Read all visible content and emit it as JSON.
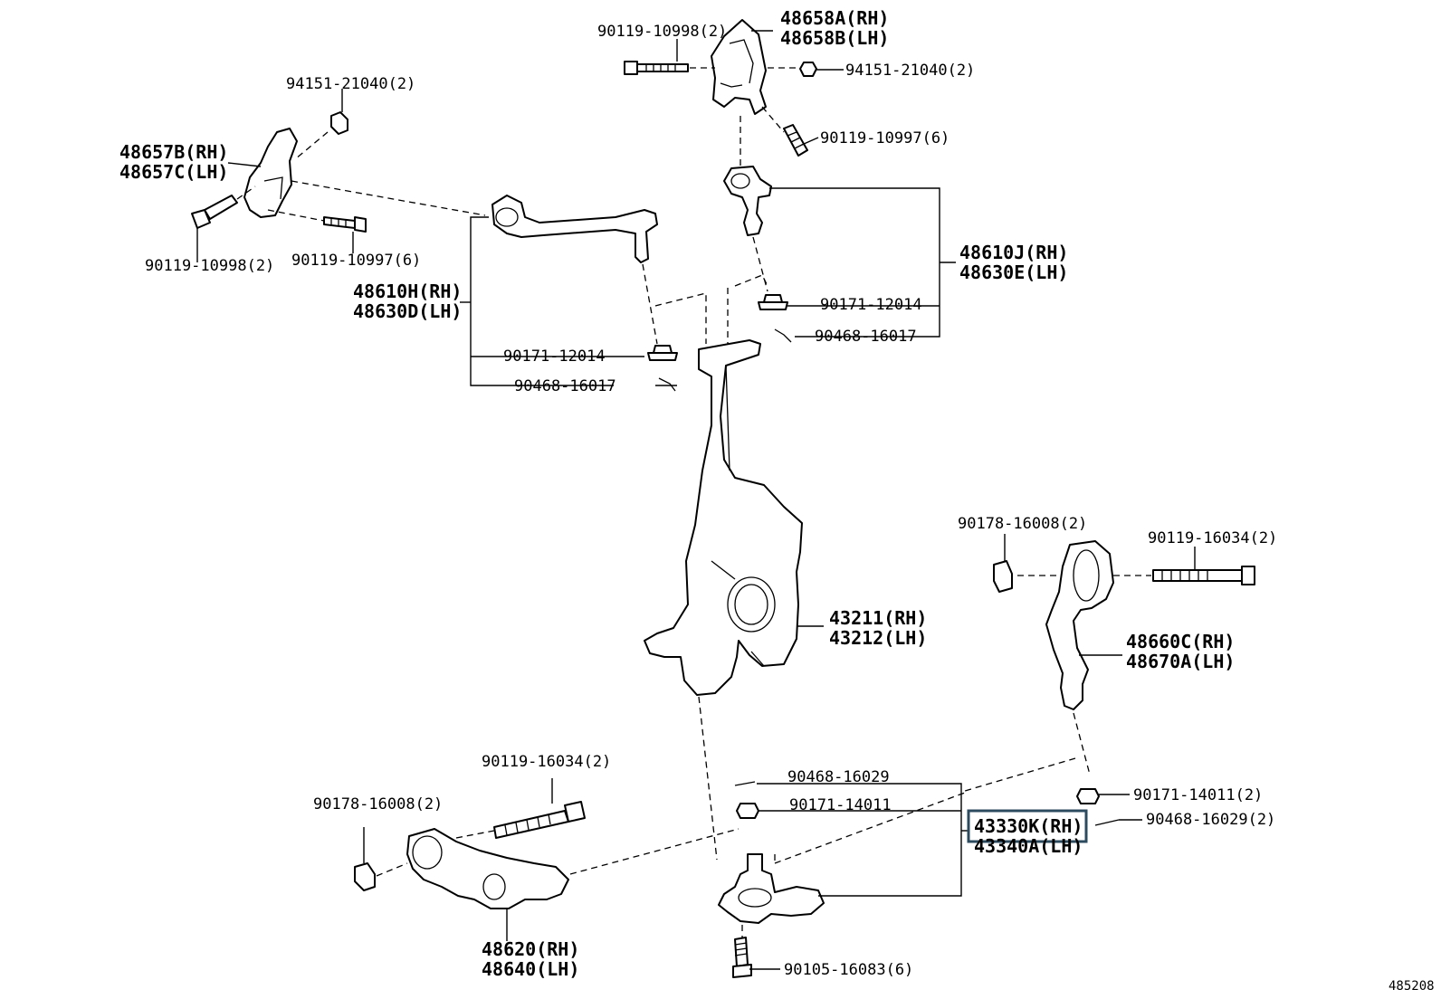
{
  "labels": {
    "p_90119_10998_top": "90119-10998(2)",
    "p_48658A": "48658A(RH)",
    "p_48658B": "48658B(LH)",
    "p_94151_21040_right": "94151-21040(2)",
    "p_94151_21040_left": "94151-21040(2)",
    "p_90119_10997_top": "90119-10997(6)",
    "p_48657B": "48657B(RH)",
    "p_48657C": "48657C(LH)",
    "p_90119_10998_left": "90119-10998(2)",
    "p_90119_10997_left": "90119-10997(6)",
    "p_48610J": "48610J(RH)",
    "p_48630E": "48630E(LH)",
    "p_48610H": "48610H(RH)",
    "p_48630D": "48630D(LH)",
    "p_90171_12014_left": "90171-12014",
    "p_90468_16017_left": "90468-16017",
    "p_90171_12014_right": "90171-12014",
    "p_90468_16017_right": "90468-16017",
    "p_43211": "43211(RH)",
    "p_43212": "43212(LH)",
    "p_90178_16008_right": "90178-16008(2)",
    "p_90119_16034_right": "90119-16034(2)",
    "p_48660C": "48660C(RH)",
    "p_48670A": "48670A(LH)",
    "p_90119_16034_left": "90119-16034(2)",
    "p_90178_16008_left": "90178-16008(2)",
    "p_90468_16029": "90468-16029",
    "p_90171_14011": "90171-14011",
    "p_90171_14011_2": "90171-14011(2)",
    "p_43330K": "43330K(RH)",
    "p_43340A": "43340A(LH)",
    "p_90468_16029_2": "90468-16029(2)",
    "p_48620": "48620(RH)",
    "p_48640": "48640(LH)",
    "p_90105_16083": "90105-16083(6)",
    "diagram_id": "485208"
  },
  "highlight_color": "#2d4b5f"
}
